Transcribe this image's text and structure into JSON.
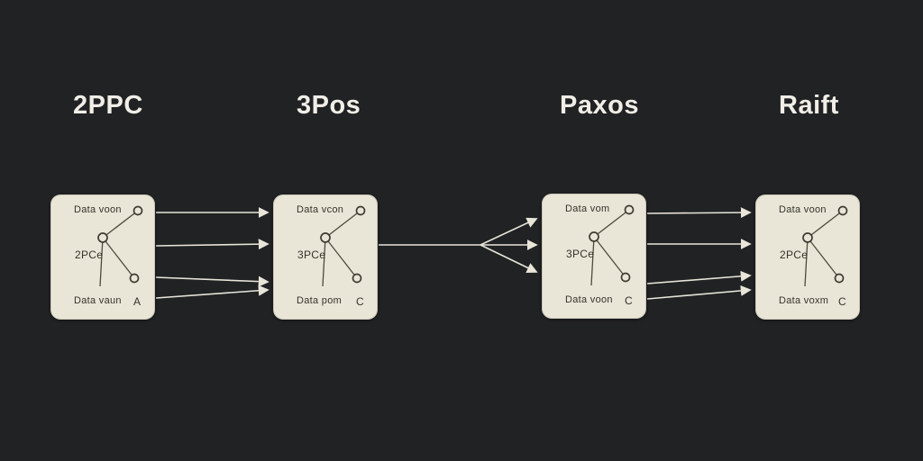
{
  "colors": {
    "background": "#212224",
    "card_background": "#e9e6d7",
    "card_text": "#35332a",
    "diagram_stroke": "#4e4a3b",
    "arrow": "#e8e5d9",
    "title_text": "#f1eee7"
  },
  "columns": [
    {
      "title": "2PPC",
      "card": {
        "top_label": "Data voon",
        "protocol_label": "2PCe",
        "bottom_label": "Data vaun",
        "corner_label": "A"
      }
    },
    {
      "title": "3Pos",
      "card": {
        "top_label": "Data vcon",
        "protocol_label": "3PCe",
        "bottom_label": "Data pom",
        "corner_label": "C"
      }
    },
    {
      "title": "Paxos",
      "card": {
        "top_label": "Data vom",
        "protocol_label": "3PCe",
        "bottom_label": "Data voon",
        "corner_label": "C"
      }
    },
    {
      "title": "Raift",
      "card": {
        "top_label": "Data voon",
        "protocol_label": "2PCe",
        "bottom_label": "Data voxm",
        "corner_label": "C"
      }
    }
  ],
  "connections": [
    {
      "from": "2PPC",
      "to": "3Pos",
      "style": "four parallel arrows"
    },
    {
      "from": "3Pos",
      "to": "Paxos",
      "style": "single line forking into three arrows"
    },
    {
      "from": "Paxos",
      "to": "Raift",
      "style": "four parallel arrows"
    }
  ]
}
